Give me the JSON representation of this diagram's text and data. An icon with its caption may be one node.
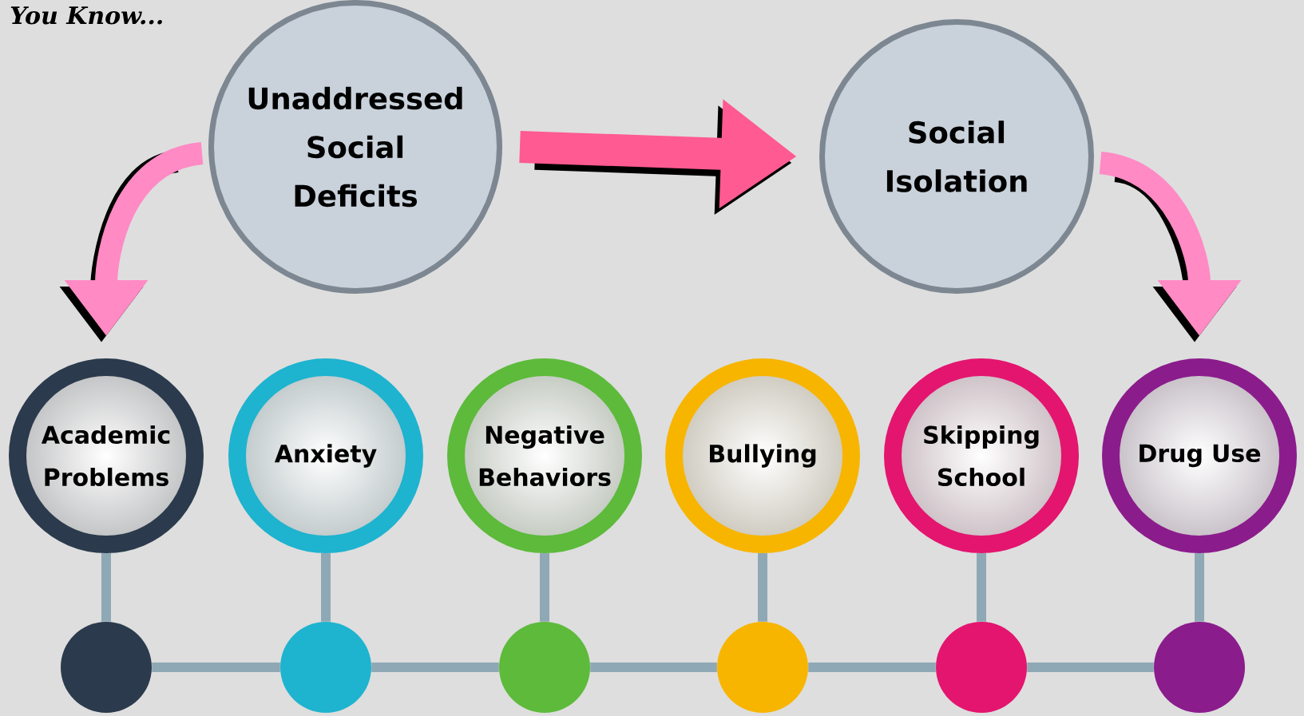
{
  "diagram": {
    "nodes": [
      {
        "text": [
          "Unaddressed Social Deficits"
        ]
      },
      {
        "text": [
          "Social Isolation"
        ]
      },
      {
        "text": [
          "Academic Problems"
        ]
      },
      {
        "text": [
          "Anxiety"
        ]
      },
      {
        "text": [
          "Negative Behaviors"
        ]
      },
      {
        "text": [
          "Bullying"
        ]
      },
      {
        "text": [
          "Skipping School"
        ]
      },
      {
        "text": [
          "Drug Use"
        ]
      },
      {
        "text": [],
        "shape": "circle"
      },
      {
        "text": [],
        "shape": "circle"
      },
      {
        "text": [],
        "shape": "circle"
      },
      {
        "text": [],
        "shape": "circle"
      },
      {
        "text": [],
        "shape": "circle"
      },
      {
        "text": [],
        "shape": "circle"
      }
    ],
    "edges": [
      {
        "from": 0,
        "to": 1,
        "arrow": "to",
        "style": "thick",
        "color": "#ff5a92"
      },
      {
        "from": 0,
        "to": 2,
        "arrow": "to",
        "style": "thick",
        "color": "#ff8ac4"
      },
      {
        "from": 1,
        "to": 7,
        "arrow": "to",
        "style": "thick",
        "color": "#ff8ac4"
      },
      {
        "from": 2,
        "to": 8,
        "arrow": "none"
      },
      {
        "from": 3,
        "to": 9,
        "arrow": "none"
      },
      {
        "from": 4,
        "to": 10,
        "arrow": "none"
      },
      {
        "from": 5,
        "to": 11,
        "arrow": "none"
      },
      {
        "from": 6,
        "to": 12,
        "arrow": "none"
      },
      {
        "from": 7,
        "to": 13,
        "arrow": "none"
      },
      {
        "from": 8,
        "to": 9,
        "arrow": "none"
      },
      {
        "from": 9,
        "to": 10,
        "arrow": "none"
      },
      {
        "from": 10,
        "to": 11,
        "arrow": "none"
      },
      {
        "from": 11,
        "to": 12,
        "arrow": "none"
      },
      {
        "from": 12,
        "to": 13,
        "arrow": "none"
      }
    ],
    "labels": [
      "You Know..."
    ]
  }
}
